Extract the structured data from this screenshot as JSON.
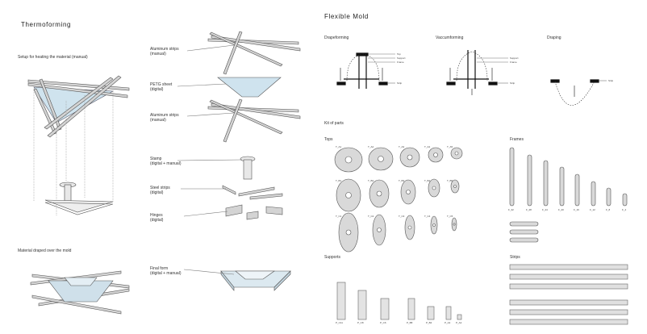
{
  "left": {
    "title": "Thermoforming",
    "setup_label": "Setup for heating the material (manual)",
    "draped_label": "Material draped over the mold",
    "parts": {
      "aluminum1": [
        "Aluminum strips",
        "(manual)"
      ],
      "petg": [
        "PETG sheet",
        "(digital)"
      ],
      "aluminum2": [
        "Aluminum strips",
        "(manual)"
      ],
      "stamp": [
        "Stamp",
        "(digital + manual)"
      ],
      "steel": [
        "Steel strips",
        "(digital)"
      ],
      "hinges": [
        "Hinges",
        "(digital)"
      ],
      "final": [
        "Final form",
        "(digital + manual)"
      ]
    }
  },
  "right": {
    "title": "Flexible Mold",
    "methods": [
      "Drapeforming",
      "Vaccumforming",
      "Draping"
    ],
    "callouts": {
      "drape": [
        "Top",
        "Support",
        "Frame",
        "Strip"
      ],
      "vacuum": [
        "Support",
        "Frame",
        "Strip"
      ],
      "draping": [
        "Strip"
      ]
    },
    "kit_label": "Kit of parts",
    "tops_label": "Tops",
    "frames_label": "Frames",
    "supports_label": "Supports",
    "strips_label": "Strips",
    "tops_row1": [
      "T_A1",
      "T_A2",
      "T_A3",
      "T_A4",
      "T_A5"
    ],
    "tops_row2": [
      "T_B1",
      "T_B2",
      "T_B3",
      "T_B4",
      "T_B5"
    ],
    "tops_row3": [
      "T_C1",
      "T_C2",
      "T_C3",
      "T_C4",
      "T_C5"
    ],
    "frames": [
      "F_32",
      "F_28",
      "F_24",
      "F_20",
      "F_16",
      "F_12",
      "F_8",
      "F_4"
    ],
    "supports": [
      "P_C11",
      "P_C8",
      "P_C6",
      "P_B8",
      "P_B4",
      "P_A4",
      "P_A2"
    ]
  }
}
